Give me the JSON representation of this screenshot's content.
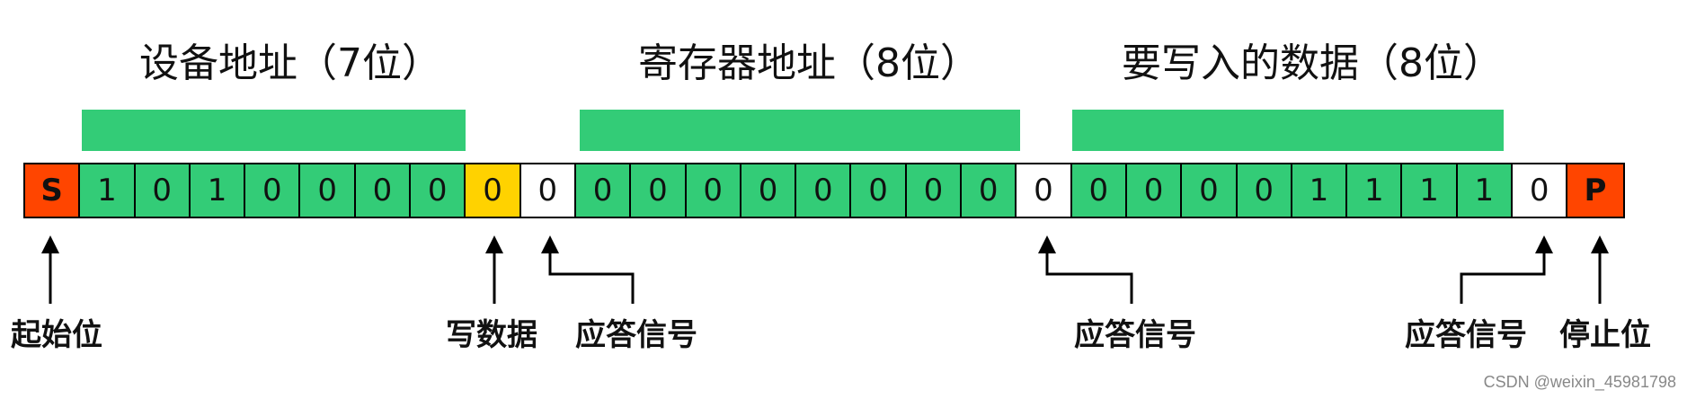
{
  "headers": {
    "device_address": "设备地址（7位）",
    "register_address": "寄存器地址（8位）",
    "write_data": "要写入的数据（8位）"
  },
  "colors": {
    "green": "#33cc77",
    "orange": "#ff4500",
    "yellow": "#ffd200",
    "white": "#ffffff"
  },
  "cells": [
    {
      "v": "S",
      "c": "orange"
    },
    {
      "v": "1",
      "c": "green"
    },
    {
      "v": "0",
      "c": "green"
    },
    {
      "v": "1",
      "c": "green"
    },
    {
      "v": "0",
      "c": "green"
    },
    {
      "v": "0",
      "c": "green"
    },
    {
      "v": "0",
      "c": "green"
    },
    {
      "v": "0",
      "c": "green"
    },
    {
      "v": "0",
      "c": "yellow"
    },
    {
      "v": "0",
      "c": "white"
    },
    {
      "v": "0",
      "c": "green"
    },
    {
      "v": "0",
      "c": "green"
    },
    {
      "v": "0",
      "c": "green"
    },
    {
      "v": "0",
      "c": "green"
    },
    {
      "v": "0",
      "c": "green"
    },
    {
      "v": "0",
      "c": "green"
    },
    {
      "v": "0",
      "c": "green"
    },
    {
      "v": "0",
      "c": "green"
    },
    {
      "v": "0",
      "c": "white"
    },
    {
      "v": "0",
      "c": "green"
    },
    {
      "v": "0",
      "c": "green"
    },
    {
      "v": "0",
      "c": "green"
    },
    {
      "v": "0",
      "c": "green"
    },
    {
      "v": "1",
      "c": "green"
    },
    {
      "v": "1",
      "c": "green"
    },
    {
      "v": "1",
      "c": "green"
    },
    {
      "v": "1",
      "c": "green"
    },
    {
      "v": "0",
      "c": "white"
    },
    {
      "v": "P",
      "c": "orange"
    }
  ],
  "labels": {
    "start_bit": "起始位",
    "write_data": "写数据",
    "ack1": "应答信号",
    "ack2": "应答信号",
    "ack3": "应答信号",
    "stop_bit": "停止位"
  },
  "watermark": "CSDN @weixin_45981798"
}
